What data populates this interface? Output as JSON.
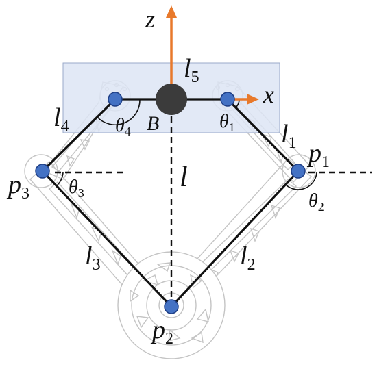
{
  "colors": {
    "axis": "#e8792b",
    "joint": "#4472c4",
    "link": "#111111",
    "base_plate": "#dde5f4",
    "base_border": "#9aa9c9",
    "center_joint": "#3b3b3b",
    "frame": "#c4c4c4"
  },
  "axes": {
    "z": "z",
    "x": "x"
  },
  "links": [
    {
      "name": "l",
      "sub": "1"
    },
    {
      "name": "l",
      "sub": "2"
    },
    {
      "name": "l",
      "sub": "3"
    },
    {
      "name": "l",
      "sub": "4"
    },
    {
      "name": "l",
      "sub": "5"
    }
  ],
  "length_label": "l",
  "points": [
    {
      "name": "p",
      "sub": "1"
    },
    {
      "name": "p",
      "sub": "2"
    },
    {
      "name": "p",
      "sub": "3"
    }
  ],
  "base_point": "B",
  "angles": [
    {
      "name": "θ",
      "sub": "1"
    },
    {
      "name": "θ",
      "sub": "2"
    },
    {
      "name": "θ",
      "sub": "3"
    },
    {
      "name": "θ",
      "sub": "4"
    }
  ]
}
